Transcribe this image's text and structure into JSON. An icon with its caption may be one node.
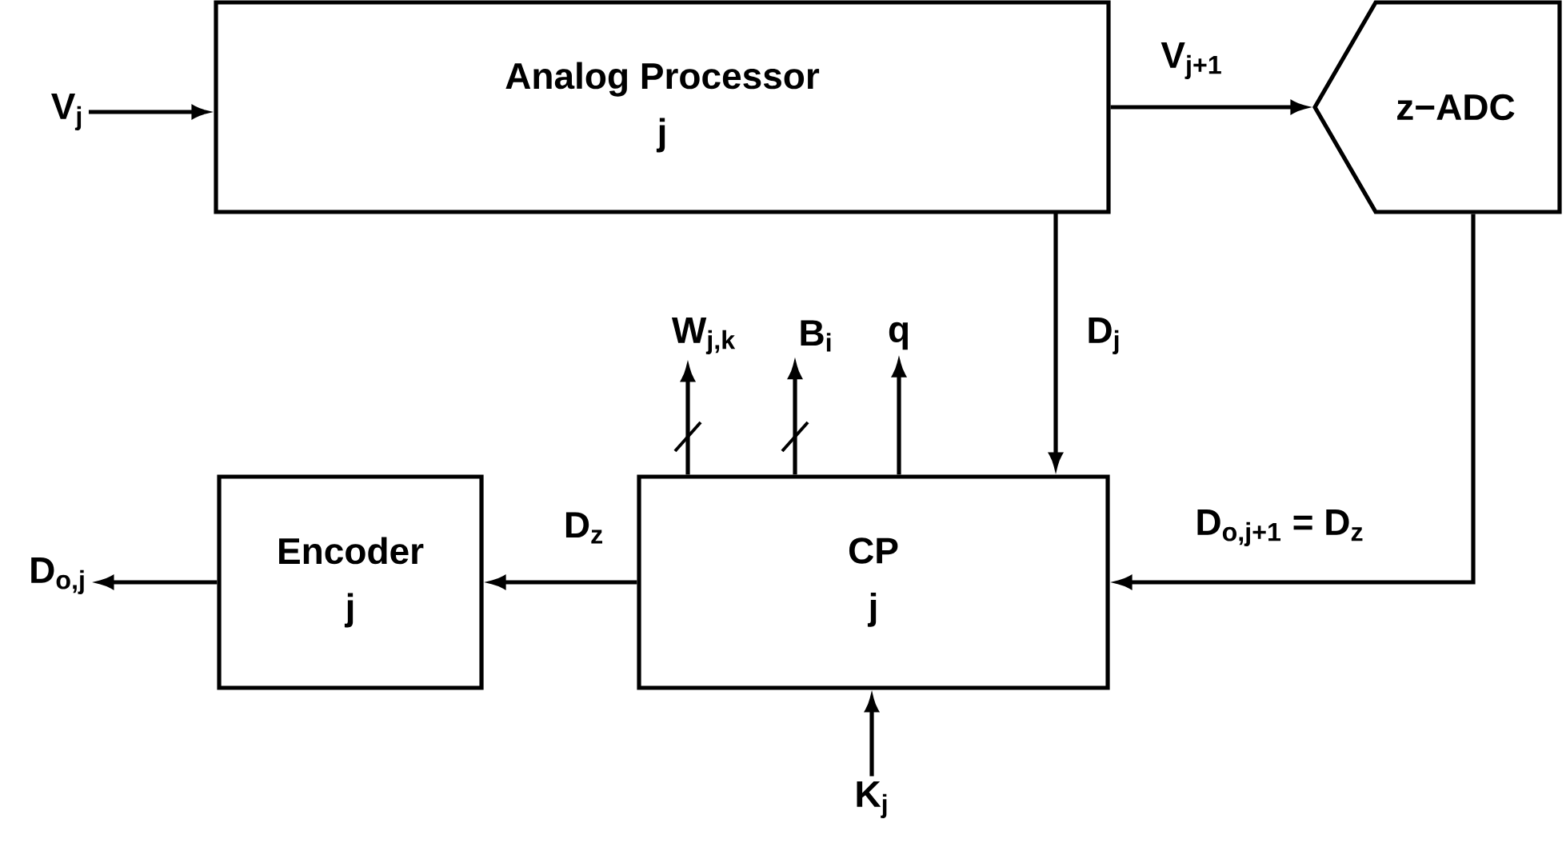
{
  "diagram": {
    "nodes": [
      {
        "text": [
          "Analog Processor",
          "j"
        ]
      },
      {
        "text": [
          "z−ADC"
        ]
      },
      {
        "text": [
          "CP",
          "j"
        ]
      },
      {
        "text": [
          "Encoder",
          "j"
        ]
      },
      {
        "text": [
          "V$_{j}$"
        ]
      },
      {
        "text": [
          "W$_{j,k}$"
        ]
      },
      {
        "text": [
          "B$_{i}$"
        ]
      },
      {
        "text": [
          "q"
        ]
      },
      {
        "text": [
          "D$_{o,j}$"
        ]
      },
      {
        "text": [
          "K$_{j}$"
        ]
      }
    ],
    "edges": [
      {
        "from": 4,
        "to": 0,
        "arrow": "to"
      },
      {
        "from": 0,
        "to": 1,
        "arrow": "to",
        "label": "V$_{j+1}$"
      },
      {
        "from": 0,
        "to": 2,
        "arrow": "to",
        "label": "D$_{j}$"
      },
      {
        "from": 1,
        "to": 2,
        "arrow": "to",
        "label": "D$_{o,j+1}$ = D$_{z}$"
      },
      {
        "from": 2,
        "to": 3,
        "arrow": "to",
        "label": "D$_{z}$"
      },
      {
        "from": 3,
        "to": 8,
        "arrow": "to"
      },
      {
        "from": 2,
        "to": 5,
        "arrow": "to"
      },
      {
        "from": 2,
        "to": 6,
        "arrow": "to"
      },
      {
        "from": 2,
        "to": 7,
        "arrow": "to"
      },
      {
        "from": 9,
        "to": 2,
        "arrow": "to"
      }
    ]
  }
}
